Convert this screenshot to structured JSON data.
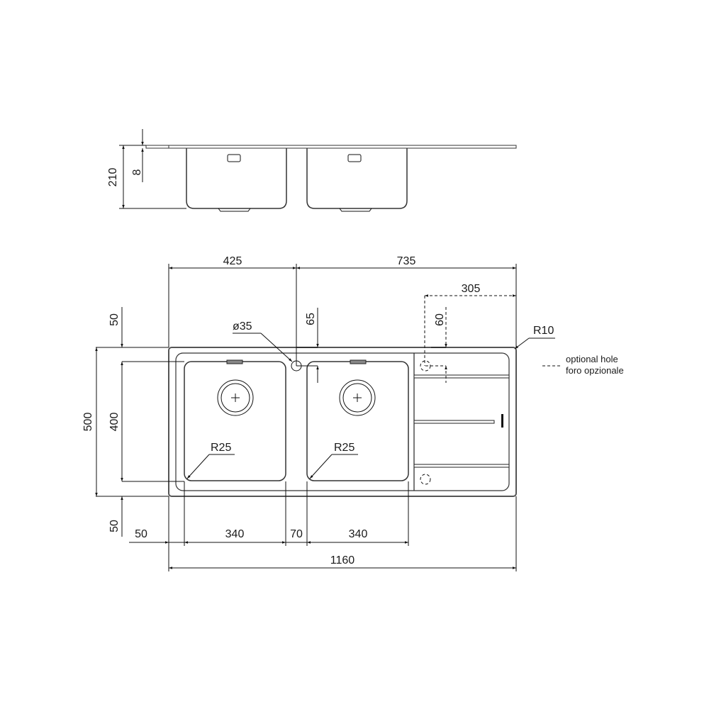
{
  "drawing": {
    "type": "technical drawing - double bowl kitchen sink with drainboard",
    "side_view": {
      "dimensions": {
        "total_height": "210",
        "deck_thickness": "8"
      }
    },
    "top_view": {
      "dimensions": {
        "left_to_tap_hole": "425",
        "tap_hole_to_right": "735",
        "optional_hole_from_right": "305",
        "optional_hole_from_top": "60",
        "tap_hole_diameter": "ø35",
        "tap_hole_offset": "65",
        "corner_radius_outer": "R10",
        "top_margin": "50",
        "total_depth": "500",
        "bowl_depth": "400",
        "bottom_margin": "50",
        "left_margin": "50",
        "bowl_1_width": "340",
        "bowl_gap": "70",
        "bowl_2_width": "340",
        "total_width": "1160",
        "bowl_1_radius": "R25",
        "bowl_2_radius": "R25"
      },
      "legend": {
        "line_1": "optional hole",
        "line_2": "foro opzionale"
      }
    }
  }
}
